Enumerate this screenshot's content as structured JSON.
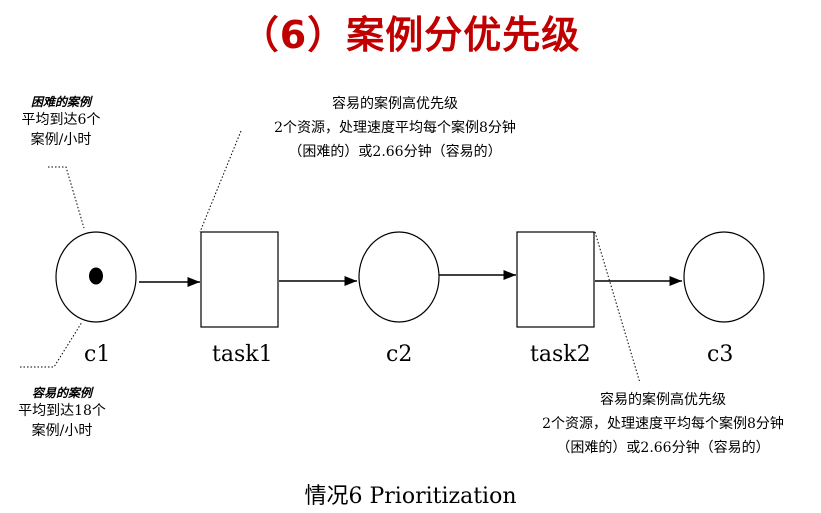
{
  "title": "（6）案例分优先级",
  "caption": "情况6  Prioritization",
  "diagram": {
    "places": [
      {
        "id": "c1",
        "label": "c1",
        "has_token": true
      },
      {
        "id": "c2",
        "label": "c2",
        "has_token": false
      },
      {
        "id": "c3",
        "label": "c3",
        "has_token": false
      }
    ],
    "transitions": [
      {
        "id": "task1",
        "label": "task1"
      },
      {
        "id": "task2",
        "label": "task2"
      }
    ],
    "arcs": [
      {
        "from": "c1",
        "to": "task1"
      },
      {
        "from": "task1",
        "to": "c2"
      },
      {
        "from": "c2",
        "to": "task2"
      },
      {
        "from": "task2",
        "to": "c3"
      }
    ]
  },
  "annotations": {
    "hard_cases": {
      "heading": "困难的案例",
      "line1": "平均到达6个",
      "line2": "案例/小时"
    },
    "easy_cases": {
      "heading": "容易的案例",
      "line1": "平均到达18个",
      "line2": "案例/小时"
    },
    "task1_note": {
      "line1": "容易的案例高优先级",
      "line2": "2个资源，处理速度平均每个案例8分钟",
      "line3": "（困难的）或2.66分钟（容易的）"
    },
    "task2_note": {
      "line1": "容易的案例高优先级",
      "line2": "2个资源，处理速度平均每个案例8分钟",
      "line3": "（困难的）或2.66分钟（容易的）"
    }
  }
}
